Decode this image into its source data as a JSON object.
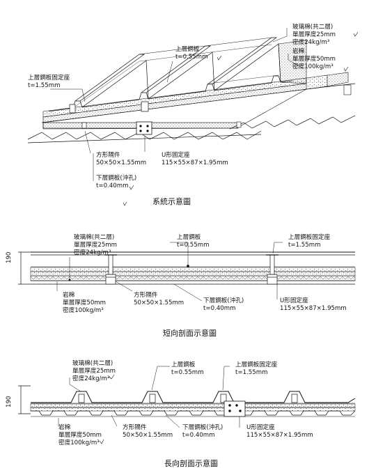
{
  "section1": {
    "caption": "系統示意圖",
    "glass_wool": {
      "name": "玻璃棉(共二層)",
      "thickness": "單層厚度25mm",
      "density": "密度24kg/m³"
    },
    "rock_wool": {
      "name": "岩棉",
      "thickness": "單層厚度50mm",
      "density": "密度100kg/m³"
    },
    "upper_plate": {
      "name": "上層鋼板",
      "t": "t=0.55mm"
    },
    "upper_seat": {
      "name": "上層鋼板固定座",
      "t": "t=1.55mm"
    },
    "square_spacer": {
      "name": "方形隔件",
      "size": "50×50×1.55mm"
    },
    "u_seat": {
      "name": "U形固定座",
      "size": "115×55×87×1.95mm"
    },
    "lower_plate": {
      "name": "下層鋼板(沖孔)",
      "t": "t=0.40mm"
    }
  },
  "section2": {
    "caption": "短向剖面示意圖",
    "dim": "190",
    "glass_wool": {
      "name": "玻璃棉(共二層)",
      "thickness": "單層厚度25mm",
      "density": "密度24kg/m³"
    },
    "upper_plate": {
      "name": "上層鋼板",
      "t": "t=0.55mm"
    },
    "upper_seat": {
      "name": "上層鋼板固定座",
      "t": "t=1.55mm"
    },
    "rock_wool": {
      "name": "岩棉",
      "thickness": "單層厚度50mm",
      "density": "密度100kg/m³"
    },
    "square_spacer": {
      "name": "方形隔件",
      "size": "50×50×1.55mm"
    },
    "lower_plate": {
      "name": "下層鋼板(沖孔)",
      "t": "t=0.40mm"
    },
    "u_seat": {
      "name": "U形固定座",
      "size": "115×55×87×1.95mm"
    }
  },
  "section3": {
    "caption": "長向剖面示意圖",
    "dim": "190",
    "glass_wool": {
      "name": "玻璃棉(共二層)",
      "thickness": "單層厚度25mm",
      "density": "密度24kg/m³"
    },
    "upper_plate": {
      "name": "上層鋼板",
      "t": "t=0.55mm"
    },
    "upper_seat": {
      "name": "上層鋼板固定座",
      "t": "t=1.55mm"
    },
    "rock_wool": {
      "name": "岩棉",
      "thickness": "單層厚度50mm",
      "density": "密度100kg/m³"
    },
    "square_spacer": {
      "name": "方形隔件",
      "size": "50×50×1.55mm"
    },
    "lower_plate": {
      "name": "下層鋼板(沖孔)",
      "t": "t=0.40mm"
    },
    "u_seat": {
      "name": "U形固定座",
      "size": "115×55×87×1.95mm"
    }
  }
}
